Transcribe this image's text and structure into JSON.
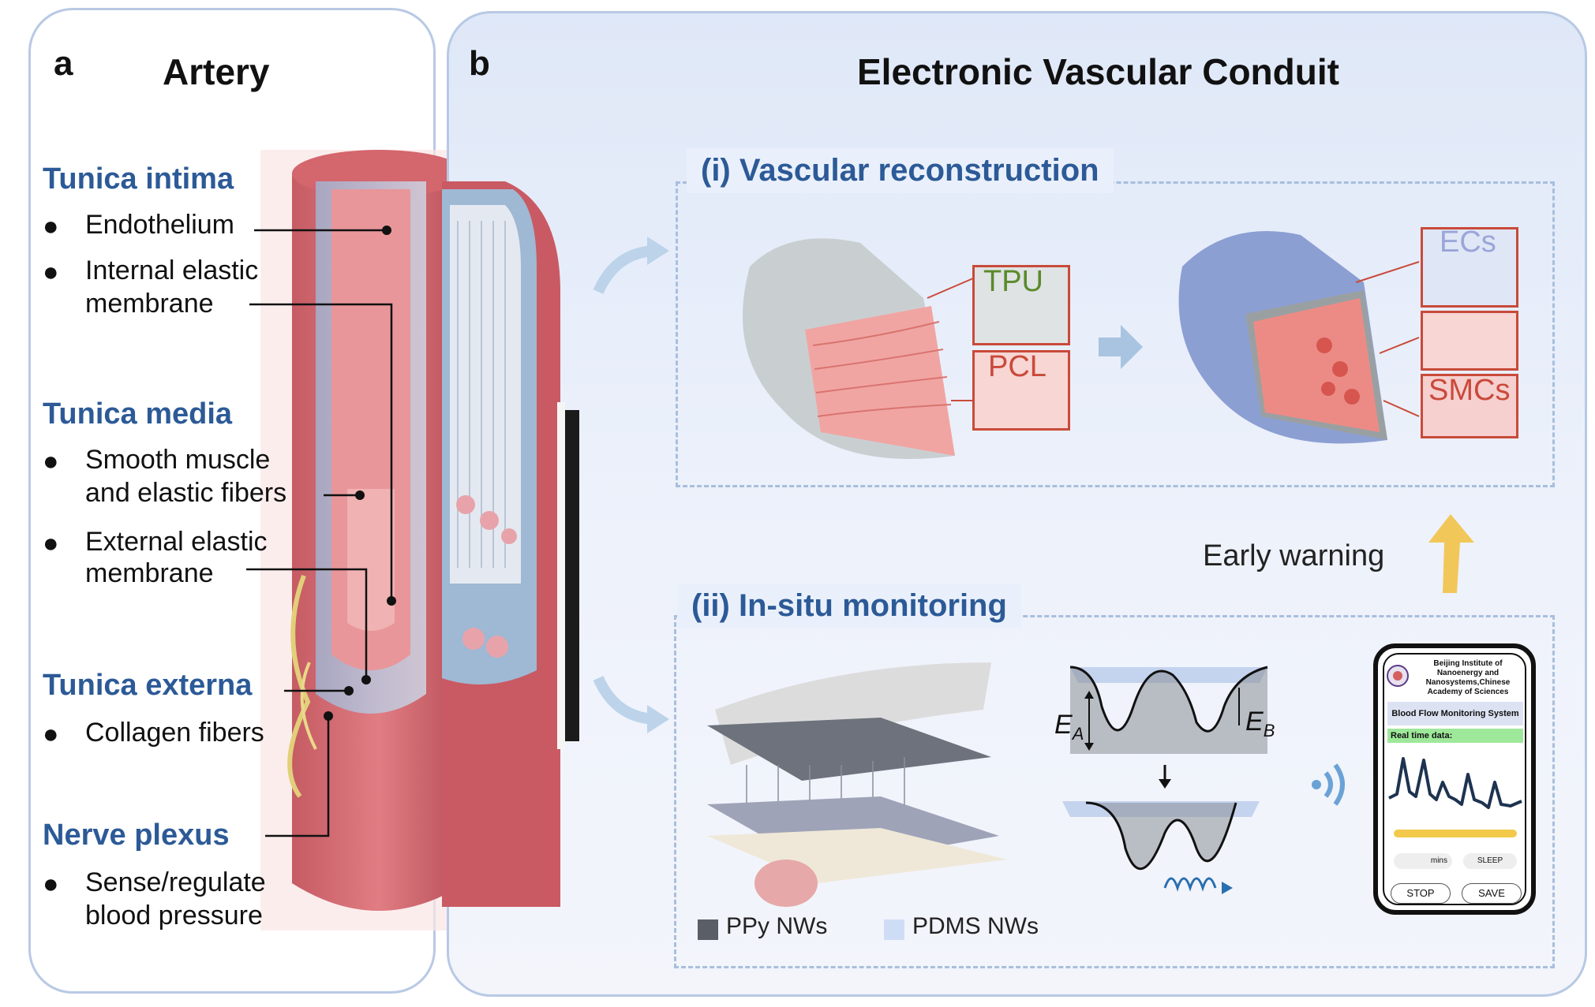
{
  "panel_a": {
    "letter": "a",
    "title": "Artery",
    "sections": [
      {
        "heading": "Tunica intima",
        "items": [
          {
            "lines": [
              "Endothelium"
            ]
          },
          {
            "lines": [
              "Internal elastic",
              "membrane"
            ]
          }
        ]
      },
      {
        "heading": "Tunica media",
        "items": [
          {
            "lines": [
              "Smooth muscle",
              "and elastic fibers"
            ]
          },
          {
            "lines": [
              "External elastic",
              "membrane"
            ]
          }
        ]
      },
      {
        "heading": "Tunica externa",
        "items": [
          {
            "lines": [
              "Collagen fibers"
            ]
          }
        ]
      },
      {
        "heading": "Nerve plexus",
        "items": [
          {
            "lines": [
              "Sense/regulate",
              "blood pressure"
            ]
          }
        ]
      }
    ],
    "bullet_char": "●"
  },
  "panel_b": {
    "letter": "b",
    "title": "Electronic Vascular Conduit",
    "section_i": {
      "title": "(i) Vascular reconstruction",
      "labels": {
        "tpu": "TPU",
        "pcl": "PCL",
        "ecs": "ECs",
        "smcs": "SMCs"
      }
    },
    "early_warning": "Early warning",
    "section_ii": {
      "title": "(ii) In-situ monitoring",
      "legend": [
        {
          "label": "PPy NWs",
          "color": "#5a5e66"
        },
        {
          "label": "PDMS NWs",
          "color": "#cfdcf5"
        }
      ],
      "energy_labels": {
        "ea": "E",
        "ea_sub": "A",
        "eb": "E",
        "eb_sub": "B"
      }
    },
    "phone": {
      "institute": [
        "Beijing Institute of",
        "Nanoenergy and",
        "Nanosystems,Chinese",
        "Academy of Sciences"
      ],
      "system": "Blood Flow Monitoring System",
      "realtime": "Real time data:",
      "mins": "mins",
      "sleep": "SLEEP",
      "stop": "STOP",
      "save": "SAVE"
    }
  },
  "colors": {
    "heading_blue": "#2c5a97",
    "panel_border": "#b8c9e4",
    "tpu_green": "#5a8a2a",
    "label_red": "#c94a3a",
    "ecs_lilac": "#9aa6d8",
    "realtime_green": "#9ee89a",
    "arrow_gold": "#f2c75a"
  }
}
